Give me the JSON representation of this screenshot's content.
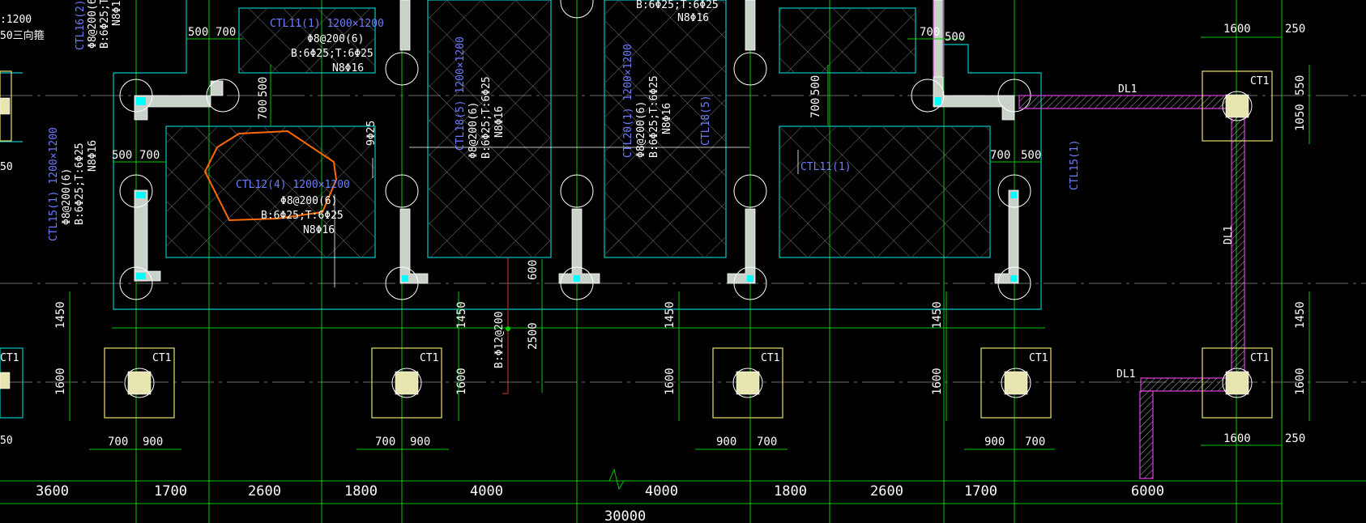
{
  "colors": {
    "background": "#000000",
    "axis": "#00ff00",
    "dimension": "#00ff00",
    "slab": "#00c8c8",
    "column_fill": "#c8d2c8",
    "column_core": "#00ffff",
    "beam": "#e040e0",
    "pile_cap": "#e8e06a",
    "annotation_blue": "#6e7dff",
    "annotation_white": "#ffffff",
    "cloud_mark": "#ff6a00",
    "leader_red": "#b03020"
  },
  "annotations": {
    "ctl16": "CTL16(2) 1",
    "ctl16_r1": "Φ8@200(6",
    "ctl16_r2": "B:6Φ25;T:6",
    "ctl16_r3": "N8Φ16",
    "left_1200": ":1200",
    "left_sanzhuang": "50三向箍",
    "left_50a": "50",
    "left_50b": "50",
    "ctl11": "CTL11(1) 1200×1200",
    "ctl11_r1": "Φ8@200(6)",
    "ctl11_r2": "B:6Φ25;T:6Φ25",
    "ctl11_r3": "N8Φ16",
    "ctl15_left": "CTL15(1) 1200×1200",
    "ctl15_left_r1": "Φ8@200(6)",
    "ctl15_left_r2": "B:6Φ25;T:6Φ25",
    "ctl15_left_r3": "N8Φ16",
    "ctl12": "CTL12(4) 1200×1200",
    "ctl12_r1": "Φ8@200(6)",
    "ctl12_r2": "B:6Φ25;T:6Φ25",
    "ctl12_r3": "N8Φ16",
    "nine_phi25": "9Φ25",
    "ctl18": "CTL18(5) 1200×1200",
    "ctl18_r1": "Φ8@200(6)",
    "ctl18_r2": "B:6Φ25;T:6Φ25",
    "ctl18_r3": "N8Φ16",
    "ctl20": "CTL20(1) 1200×1200",
    "ctl20_r1": "Φ8@200(6)",
    "ctl20_r2": "B:6Φ25;T:6Φ25",
    "ctl20_r3": "N8Φ16",
    "ctl18b": "CTL18(5)",
    "top_r1": "B:6Φ25;T:6Φ25",
    "top_r2": "N8Φ16",
    "ctl11b": "CTL11(1)",
    "ctl15_right": "CTL15(1)",
    "b_bottom": "B:Φ12@200",
    "dl1_top": "DL1",
    "dl1_right": "DL1",
    "dl1_bottom": "DL1",
    "ct1": "CT1"
  },
  "dimensions": {
    "d500a": "500",
    "d700a": "700",
    "d500b": "500",
    "d700b": "700",
    "d500c": "500",
    "d700c": "700",
    "d700d": "700",
    "d500d": "500",
    "d500e": "500",
    "d700e": "700",
    "d700f": "700",
    "d500f": "500",
    "d600": "600",
    "d2500": "2500",
    "d1450a": "1450",
    "d1450b": "1450",
    "d1450c": "1450",
    "d1450d": "1450",
    "d1450e": "1450",
    "d1600a": "1600",
    "d1600b": "1600",
    "d1600c": "1600",
    "d1600d": "1600",
    "d1600e": "1600",
    "cap_top": "1600",
    "cap_bot": "1600",
    "r250a": "250",
    "r250b": "250",
    "r550": "550",
    "r1050": "1050",
    "b700_900_a1": "700",
    "b700_900_a2": "900",
    "b700_900_b1": "700",
    "b700_900_b2": "900",
    "b900_700_c1": "900",
    "b900_700_c2": "700",
    "b900_700_d1": "900",
    "b900_700_d2": "700",
    "axes": [
      "3600",
      "1700",
      "2600",
      "1800",
      "4000",
      "4000",
      "1800",
      "2600",
      "1700",
      "6000"
    ],
    "total": "30000"
  }
}
